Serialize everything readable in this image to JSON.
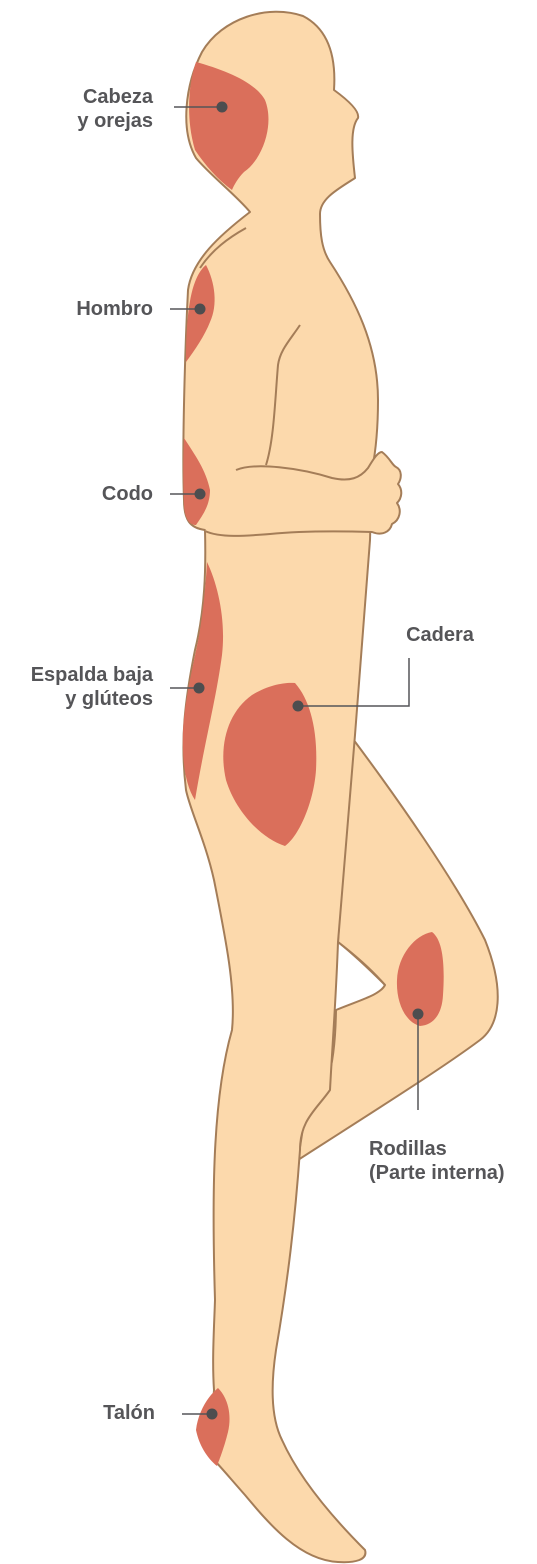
{
  "labels": {
    "head": {
      "line1": "Cabeza",
      "line2": "y orejas"
    },
    "shoulder": {
      "line1": "Hombro"
    },
    "elbow": {
      "line1": "Codo"
    },
    "hip": {
      "line1": "Cadera"
    },
    "lower_back": {
      "line1": "Espalda baja",
      "line2": "y glúteos"
    },
    "knees": {
      "line1": "Rodillas",
      "line2": "(Parte interna)"
    },
    "heel": {
      "line1": "Talón"
    }
  },
  "colors": {
    "skin": "#fcd9ac",
    "outline": "#a47d58",
    "pressure_area": "#da6f5b",
    "marker": "#4d4d4f",
    "leader_line": "#555558",
    "text": "#555558"
  }
}
